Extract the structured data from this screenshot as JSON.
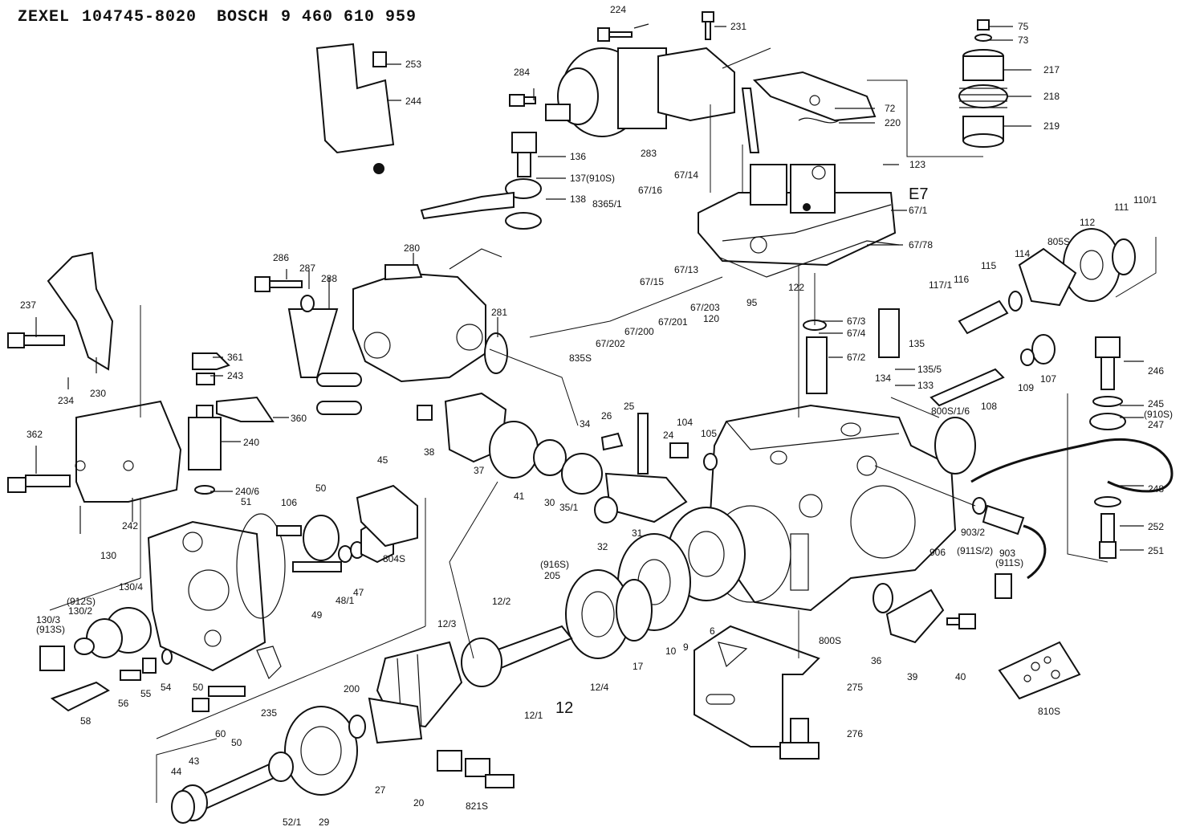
{
  "header": {
    "brand1": "ZEXEL",
    "part1": "104745-8020",
    "brand2": "BOSCH",
    "part2": "9 460 610 959"
  },
  "labels": {
    "l224": "224",
    "l231": "231",
    "l253": "253",
    "l244": "244",
    "l284": "284",
    "l283": "283",
    "l136": "136",
    "l137": "137(910S)",
    "l138": "138",
    "l75": "75",
    "l73": "73",
    "l217": "217",
    "l218": "218",
    "l219": "219",
    "l72": "72",
    "l220": "220",
    "l123": "123",
    "l67_14": "67/14",
    "l67_16": "67/16",
    "l8365_1": "8365/1",
    "lE7": "E7",
    "l67_1": "67/1",
    "l67_78": "67/78",
    "l67_13": "67/13",
    "l67_15": "67/15",
    "l286": "286",
    "l287": "287",
    "l288": "288",
    "l280": "280",
    "l281": "281",
    "l237": "237",
    "l230": "230",
    "l234": "234",
    "l361": "361",
    "l243": "243",
    "l360": "360",
    "l240": "240",
    "l240_6": "240/6",
    "l362": "362",
    "l242": "242",
    "l122": "122",
    "l95": "95",
    "l120": "120",
    "l67_203": "67/203",
    "l67_201": "67/201",
    "l67_200": "67/200",
    "l67_202": "67/202",
    "l835S": "835S",
    "l67_3": "67/3",
    "l67_4": "67/4",
    "l67_2": "67/2",
    "l135": "135",
    "l135_5": "135/5",
    "l134": "134",
    "l133": "133",
    "l112": "112",
    "l111": "111",
    "l110_1": "110/1",
    "l805S": "805S",
    "l114": "114",
    "l115": "115",
    "l116": "116",
    "l117_1": "117/1",
    "l107": "107",
    "l109": "109",
    "l108": "108",
    "l246": "246",
    "l245": "245",
    "l910S": "(910S)",
    "l247": "247",
    "l248": "248",
    "l252": "252",
    "l251": "251",
    "l800S_1_6": "800S/1/6",
    "l903_2": "903/2",
    "l911S_2": "(911S/2)",
    "l903": "903",
    "l911S": "(911S)",
    "l906": "906",
    "l38": "38",
    "l37": "37",
    "l41": "41",
    "l30": "30",
    "l35_1": "35/1",
    "l34": "34",
    "l26": "26",
    "l25": "25",
    "l24": "24",
    "l104": "104",
    "l105": "105",
    "l31": "31",
    "l32": "32",
    "l45": "45",
    "l50a": "50",
    "l51": "51",
    "l106": "106",
    "l804S": "804S",
    "l47": "47",
    "l48_1": "48/1",
    "l49": "49",
    "l130": "130",
    "l130_4": "130/4",
    "l912S": "(912S)",
    "l130_2": "130/2",
    "l130_3": "130/3",
    "l913S": "(913S)",
    "l50b": "50",
    "l54": "54",
    "l55": "55",
    "l56": "56",
    "l58": "58",
    "l60": "60",
    "l235": "235",
    "l916S": "(916S)",
    "l205": "205",
    "l12_2": "12/2",
    "l12_3": "12/3",
    "l12_4": "12/4",
    "l12_1": "12/1",
    "l12": "12",
    "l17": "17",
    "l10": "10",
    "l9": "9",
    "l6": "6",
    "l800S": "800S",
    "l36": "36",
    "l39": "39",
    "l40": "40",
    "l275": "275",
    "l276": "276",
    "l810S": "810S",
    "l200": "200",
    "l27": "27",
    "l20": "20",
    "l821S": "821S",
    "l44": "44",
    "l43": "43",
    "l50c": "50",
    "l52_1": "52/1",
    "l29": "29"
  }
}
